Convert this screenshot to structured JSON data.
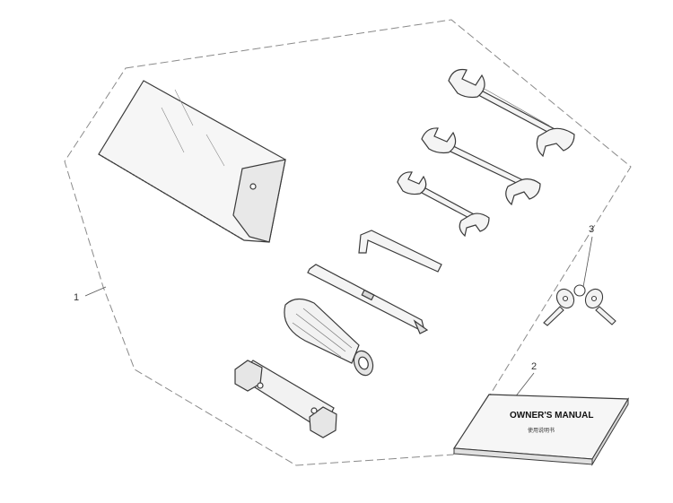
{
  "callouts": {
    "tool_kit": "1",
    "owners_manual": "2",
    "keys": "3"
  },
  "manual": {
    "title": "OWNER'S MANUAL",
    "subtitle": "使用说明书"
  },
  "colors": {
    "line": "#3a3a3a",
    "boundary": "#8a8a8a",
    "fill_light": "#f4f4f4",
    "fill_mid": "#e2e2e2"
  }
}
